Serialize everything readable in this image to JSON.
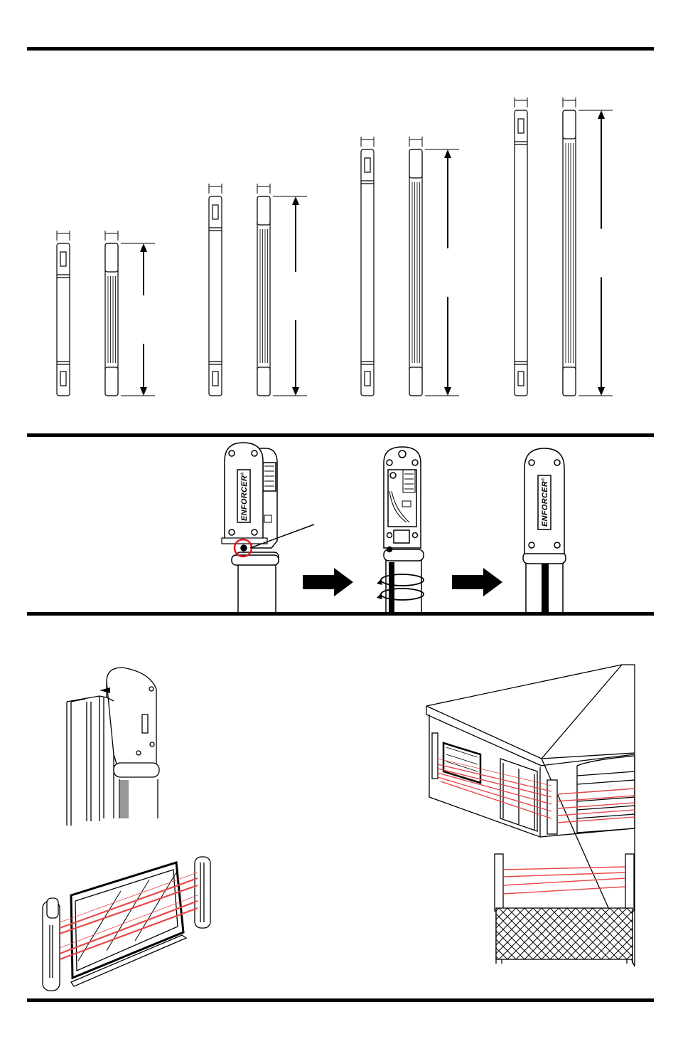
{
  "brand": {
    "logo_text": "ENFORCER",
    "logo_mark": "®"
  },
  "colors": {
    "ink": "#000000",
    "beam": "#e8484a",
    "callout": "#e0141b"
  },
  "sections": {
    "sizes": {
      "sensor_pairs": 4
    },
    "cover_install": {
      "steps": 3
    },
    "applications": {
      "scenes": 4
    }
  }
}
